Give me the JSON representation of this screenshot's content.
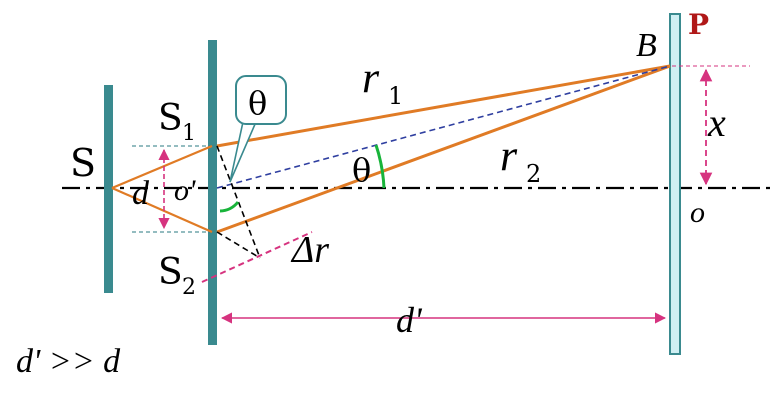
{
  "labels": {
    "source": "S",
    "slit1": "S",
    "slit1_sub": "1",
    "slit2": "S",
    "slit2_sub": "2",
    "slit_spacing": "d",
    "center": "o'",
    "angle_callout": "θ",
    "angle_main": "θ",
    "path1": "r",
    "path1_sub": "1",
    "path2": "r",
    "path2_sub": "2",
    "path_diff": "Δr",
    "point_b": "B",
    "screen": "P",
    "displacement": "x",
    "origin": "o",
    "screen_distance": "d'",
    "condition": "d' >> d"
  },
  "colors": {
    "plate": "#3a8a8f",
    "screen_fill": "#cfeff3",
    "ray": "#e07b25",
    "axis": "#000000",
    "dashed_line": "#2f3fa0",
    "magenta": "#d6337f",
    "angle_arc": "#18b43a",
    "screen_label": "#b01818",
    "callout_border": "#3a8a8f"
  }
}
